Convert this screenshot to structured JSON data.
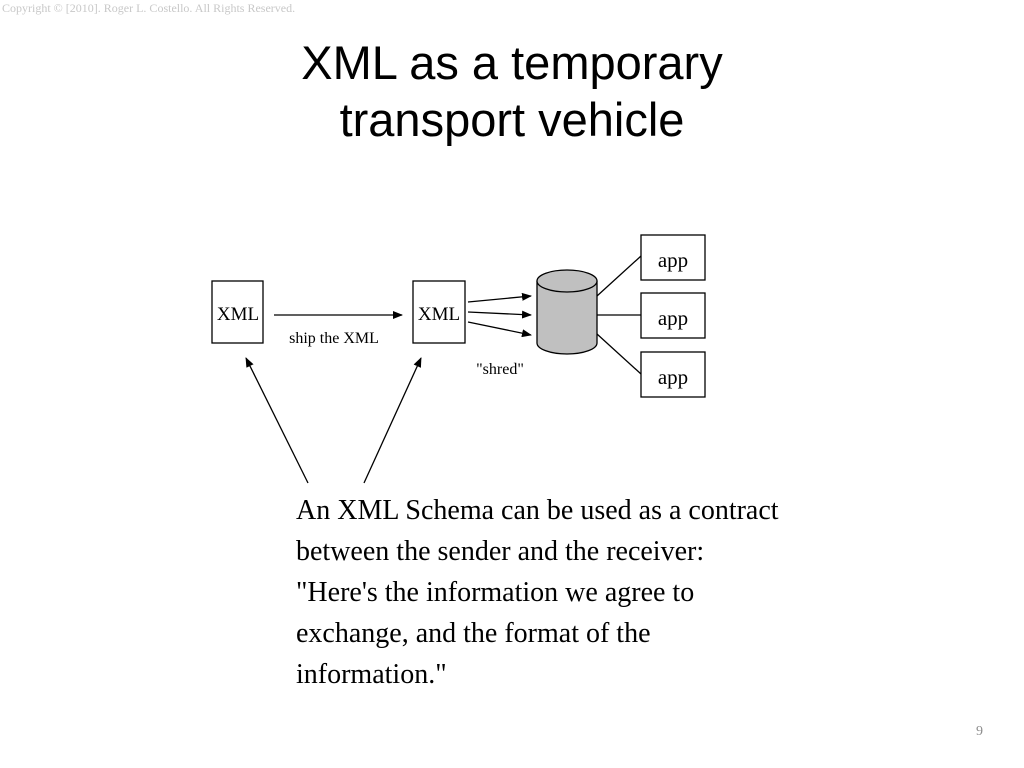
{
  "copyright": "Copyright © [2010].  Roger L. Costello.  All Rights Reserved.",
  "title": {
    "lines": [
      "XML as a temporary",
      "transport vehicle"
    ]
  },
  "diagram": {
    "sender_doc_label": "XML",
    "receiver_doc_label": "XML",
    "ship_label": "ship the XML",
    "shred_label": "\"shred\"",
    "apps": [
      {
        "label": "app"
      },
      {
        "label": "app"
      },
      {
        "label": "app"
      }
    ]
  },
  "caption": {
    "lines": [
      "An XML Schema can be used as a contract",
      "between the sender and the receiver:",
      "\"Here's the information we agree to",
      "exchange, and the format of the",
      "information.\""
    ]
  },
  "page_number": "9",
  "colors": {
    "database_fill": "#c0c0c0",
    "copyright_text": "#c8c8c8"
  }
}
